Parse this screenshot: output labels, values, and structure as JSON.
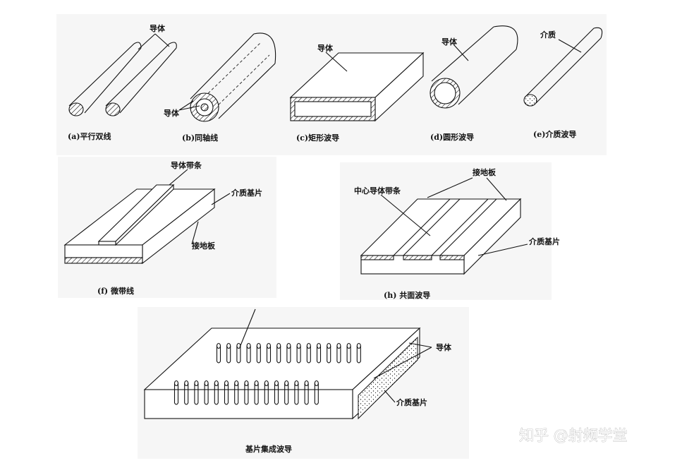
{
  "labels": {
    "conductor": "导体",
    "strip_conductor": "导体带条",
    "dielectric_substrate": "介质基片",
    "ground_plane": "接地板",
    "center_strip": "中心导体带条",
    "dielectric": "介质"
  },
  "captions": {
    "a": "(a)平行双线",
    "b": "(b)同轴线",
    "c": "(c)矩形波导",
    "d": "(d)圆形波导",
    "e": "(e)介质波导",
    "f": "(f)  微带线",
    "h": "(h)  共面波导",
    "siw": "基片集成波导"
  },
  "watermark": "知乎 @射频学堂"
}
